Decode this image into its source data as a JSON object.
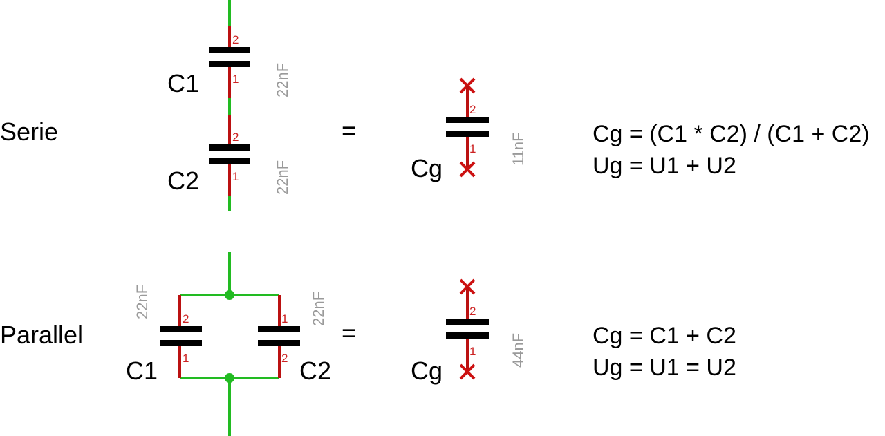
{
  "colors": {
    "wire": "#22bb22",
    "lead": "#bb1111",
    "plate": "#000000",
    "pin_number": "#cc2222",
    "value_text": "#9a9a9a"
  },
  "series": {
    "title": "Serie",
    "c1": {
      "ref": "C1",
      "value": "22nF",
      "pin_top": "2",
      "pin_bottom": "1"
    },
    "c2": {
      "ref": "C2",
      "value": "22nF",
      "pin_top": "2",
      "pin_bottom": "1"
    },
    "equals": "=",
    "cg": {
      "ref": "Cg",
      "value": "11nF",
      "pin_top": "2",
      "pin_bottom": "1"
    },
    "formula_capacitance": "Cg = (C1 * C2) / (C1 + C2)",
    "formula_voltage": "Ug = U1 + U2"
  },
  "parallel": {
    "title": "Parallel",
    "c1": {
      "ref": "C1",
      "value": "22nF",
      "pin_top": "2",
      "pin_bottom": "1"
    },
    "c2": {
      "ref": "C2",
      "value": "22nF",
      "pin_top": "1",
      "pin_bottom": "2"
    },
    "equals": "=",
    "cg": {
      "ref": "Cg",
      "value": "44nF",
      "pin_top": "2",
      "pin_bottom": "1"
    },
    "formula_capacitance": "Cg = C1 + C2",
    "formula_voltage": "Ug = U1 = U2"
  }
}
